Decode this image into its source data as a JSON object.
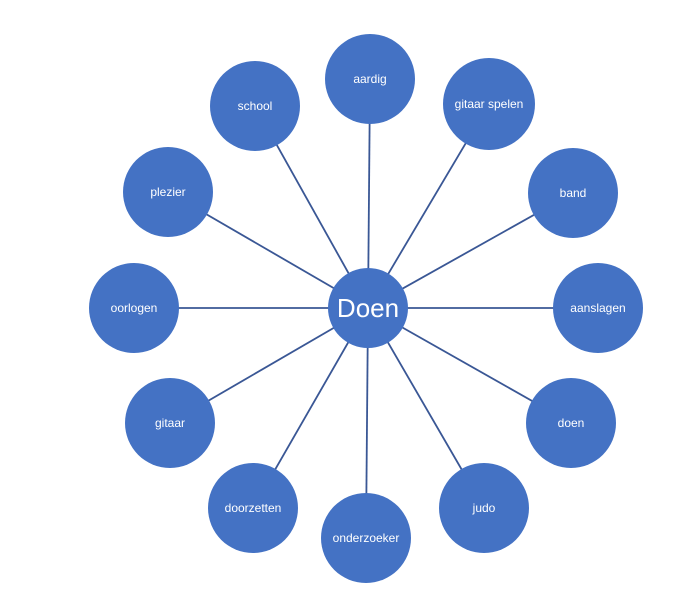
{
  "diagram": {
    "center": {
      "label": "Doen"
    },
    "nodes": [
      {
        "label": "aardig"
      },
      {
        "label": "gitaar spelen"
      },
      {
        "label": "band"
      },
      {
        "label": "aanslagen"
      },
      {
        "label": "doen"
      },
      {
        "label": "judo"
      },
      {
        "label": "onderzoeker"
      },
      {
        "label": "doorzetten"
      },
      {
        "label": "gitaar"
      },
      {
        "label": "oorlogen"
      },
      {
        "label": "plezier"
      },
      {
        "label": "school"
      }
    ],
    "colors": {
      "node_fill": "#4472C4",
      "connector_line": "#3A5795",
      "label_text": "#FFFFFF",
      "background": "#FFFFFF"
    }
  }
}
